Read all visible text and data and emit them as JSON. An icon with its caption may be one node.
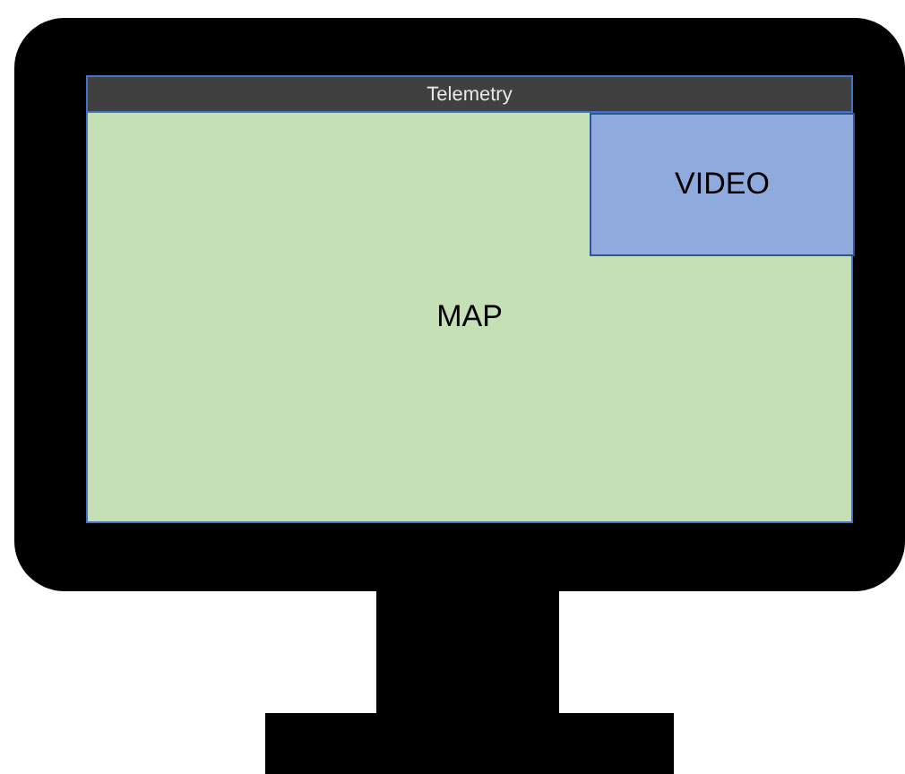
{
  "diagram": {
    "nodes": [
      {
        "text": [
          "Telemetry"
        ]
      },
      {
        "text": [
          "MAP"
        ]
      },
      {
        "text": [
          "VIDEO"
        ],
        "in": 1
      }
    ]
  }
}
